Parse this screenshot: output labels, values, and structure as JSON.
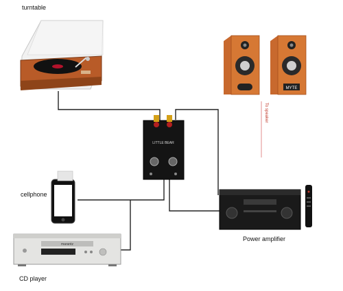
{
  "labels": {
    "turntable": "turntable",
    "cellphone": "cellphone",
    "cd_player": "CD player",
    "power_amplifier": "Power amplifier",
    "to_speaker": "To speaker"
  },
  "device_text": {
    "preamp_name": "LITTLE BEAR",
    "cd_brand": "marantz",
    "speaker_badge": "MYTE"
  },
  "colors": {
    "wire": "#222222",
    "speaker_wire": "#c0392b",
    "wood": "#c06a30",
    "amp_body": "#1a1a1a"
  }
}
